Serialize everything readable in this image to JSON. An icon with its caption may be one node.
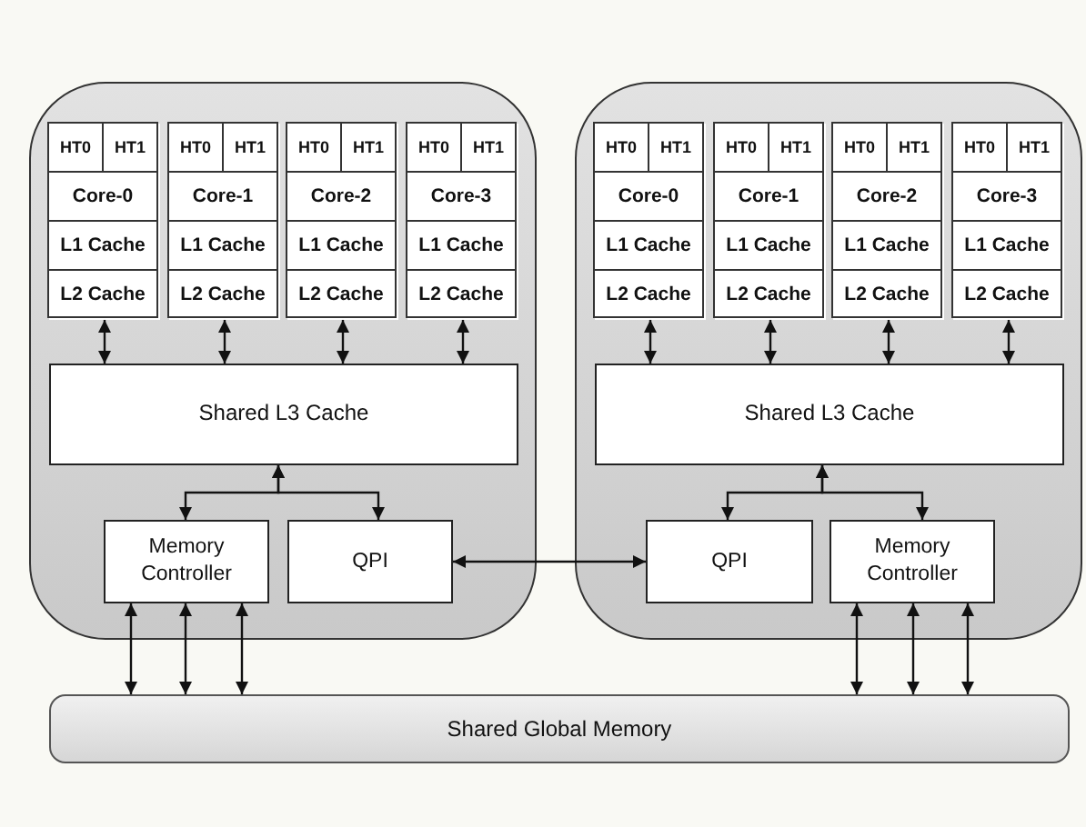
{
  "diagram": {
    "nodes": [
      {
        "text": [],
        "shape": "box"
      },
      {
        "text": [],
        "shape": "box",
        "in": 0
      },
      {
        "text": [
          "HT0"
        ],
        "in": 1
      },
      {
        "text": [
          "HT1"
        ],
        "in": 1
      },
      {
        "text": [
          "Core-0"
        ],
        "in": 1
      },
      {
        "text": [
          "L1 Cache"
        ],
        "in": 1
      },
      {
        "text": [
          "L2 Cache"
        ],
        "in": 1
      },
      {
        "text": [],
        "shape": "box",
        "in": 0
      },
      {
        "text": [
          "HT0"
        ],
        "in": 7
      },
      {
        "text": [
          "HT1"
        ],
        "in": 7
      },
      {
        "text": [
          "Core-1"
        ],
        "in": 7
      },
      {
        "text": [
          "L1 Cache"
        ],
        "in": 7
      },
      {
        "text": [
          "L2 Cache"
        ],
        "in": 7
      },
      {
        "text": [],
        "shape": "box",
        "in": 0
      },
      {
        "text": [
          "HT0"
        ],
        "in": 13
      },
      {
        "text": [
          "HT1"
        ],
        "in": 13
      },
      {
        "text": [
          "Core-2"
        ],
        "in": 13
      },
      {
        "text": [
          "L1 Cache"
        ],
        "in": 13
      },
      {
        "text": [
          "L2 Cache"
        ],
        "in": 13
      },
      {
        "text": [],
        "shape": "box",
        "in": 0
      },
      {
        "text": [
          "HT0"
        ],
        "in": 19
      },
      {
        "text": [
          "HT1"
        ],
        "in": 19
      },
      {
        "text": [
          "Core-3"
        ],
        "in": 19
      },
      {
        "text": [
          "L1 Cache"
        ],
        "in": 19
      },
      {
        "text": [
          "L2 Cache"
        ],
        "in": 19
      },
      {
        "text": [
          "Shared L3 Cache"
        ],
        "in": 0
      },
      {
        "text": [
          "Memory Controller"
        ],
        "in": 0
      },
      {
        "text": [
          "QPI"
        ],
        "in": 0
      },
      {
        "text": [],
        "shape": "box"
      },
      {
        "text": [],
        "shape": "box",
        "in": 28
      },
      {
        "text": [
          "HT0"
        ],
        "in": 29
      },
      {
        "text": [
          "HT1"
        ],
        "in": 29
      },
      {
        "text": [
          "Core-0"
        ],
        "in": 29
      },
      {
        "text": [
          "L1 Cache"
        ],
        "in": 29
      },
      {
        "text": [
          "L2 Cache"
        ],
        "in": 29
      },
      {
        "text": [],
        "shape": "box",
        "in": 28
      },
      {
        "text": [
          "HT0"
        ],
        "in": 35
      },
      {
        "text": [
          "HT1"
        ],
        "in": 35
      },
      {
        "text": [
          "Core-1"
        ],
        "in": 35
      },
      {
        "text": [
          "L1 Cache"
        ],
        "in": 35
      },
      {
        "text": [
          "L2 Cache"
        ],
        "in": 35
      },
      {
        "text": [],
        "shape": "box",
        "in": 28
      },
      {
        "text": [
          "HT0"
        ],
        "in": 41
      },
      {
        "text": [
          "HT1"
        ],
        "in": 41
      },
      {
        "text": [
          "Core-2"
        ],
        "in": 41
      },
      {
        "text": [
          "L1 Cache"
        ],
        "in": 41
      },
      {
        "text": [
          "L2 Cache"
        ],
        "in": 41
      },
      {
        "text": [],
        "shape": "box",
        "in": 28
      },
      {
        "text": [
          "HT0"
        ],
        "in": 47
      },
      {
        "text": [
          "HT1"
        ],
        "in": 47
      },
      {
        "text": [
          "Core-3"
        ],
        "in": 47
      },
      {
        "text": [
          "L1 Cache"
        ],
        "in": 47
      },
      {
        "text": [
          "L2 Cache"
        ],
        "in": 47
      },
      {
        "text": [
          "Shared L3 Cache"
        ],
        "in": 28
      },
      {
        "text": [
          "QPI"
        ],
        "in": 28
      },
      {
        "text": [
          "Memory Controller"
        ],
        "in": 28
      },
      {
        "text": [
          "Shared Global Memory"
        ]
      }
    ],
    "edges": [
      {
        "from": 1,
        "to": 25,
        "arrow": "both"
      },
      {
        "from": 7,
        "to": 25,
        "arrow": "both"
      },
      {
        "from": 13,
        "to": 25,
        "arrow": "both"
      },
      {
        "from": 19,
        "to": 25,
        "arrow": "both"
      },
      {
        "from": 25,
        "to": 26,
        "arrow": "both"
      },
      {
        "from": 25,
        "to": 27,
        "arrow": "both"
      },
      {
        "from": 26,
        "to": 56,
        "arrow": "both"
      },
      {
        "from": 26,
        "to": 56,
        "arrow": "both"
      },
      {
        "from": 26,
        "to": 56,
        "arrow": "both"
      },
      {
        "from": 27,
        "to": 54,
        "arrow": "both"
      },
      {
        "from": 29,
        "to": 53,
        "arrow": "both"
      },
      {
        "from": 35,
        "to": 53,
        "arrow": "both"
      },
      {
        "from": 41,
        "to": 53,
        "arrow": "both"
      },
      {
        "from": 47,
        "to": 53,
        "arrow": "both"
      },
      {
        "from": 53,
        "to": 54,
        "arrow": "both"
      },
      {
        "from": 53,
        "to": 55,
        "arrow": "both"
      },
      {
        "from": 55,
        "to": 56,
        "arrow": "both"
      },
      {
        "from": 55,
        "to": 56,
        "arrow": "both"
      },
      {
        "from": 55,
        "to": 56,
        "arrow": "both"
      }
    ]
  }
}
